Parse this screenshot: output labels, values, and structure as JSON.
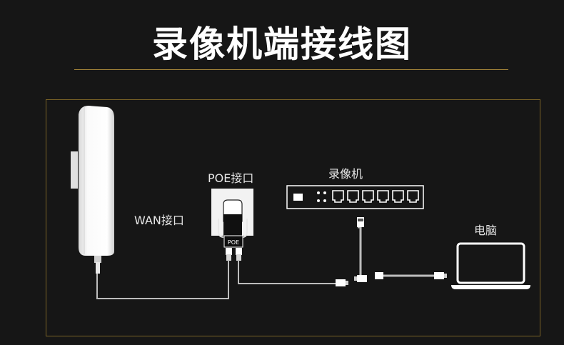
{
  "title": "录像机端接线图",
  "labels": {
    "poe_port": "POE接口",
    "wan_port": "WAN接口",
    "nvr": "录像机",
    "computer": "电脑",
    "poe_badge": "POE"
  },
  "colors": {
    "background": "#161616",
    "accent_gold": "#a8873a",
    "cable": "#bdbdbd",
    "device_body": "#f0f0f0"
  }
}
